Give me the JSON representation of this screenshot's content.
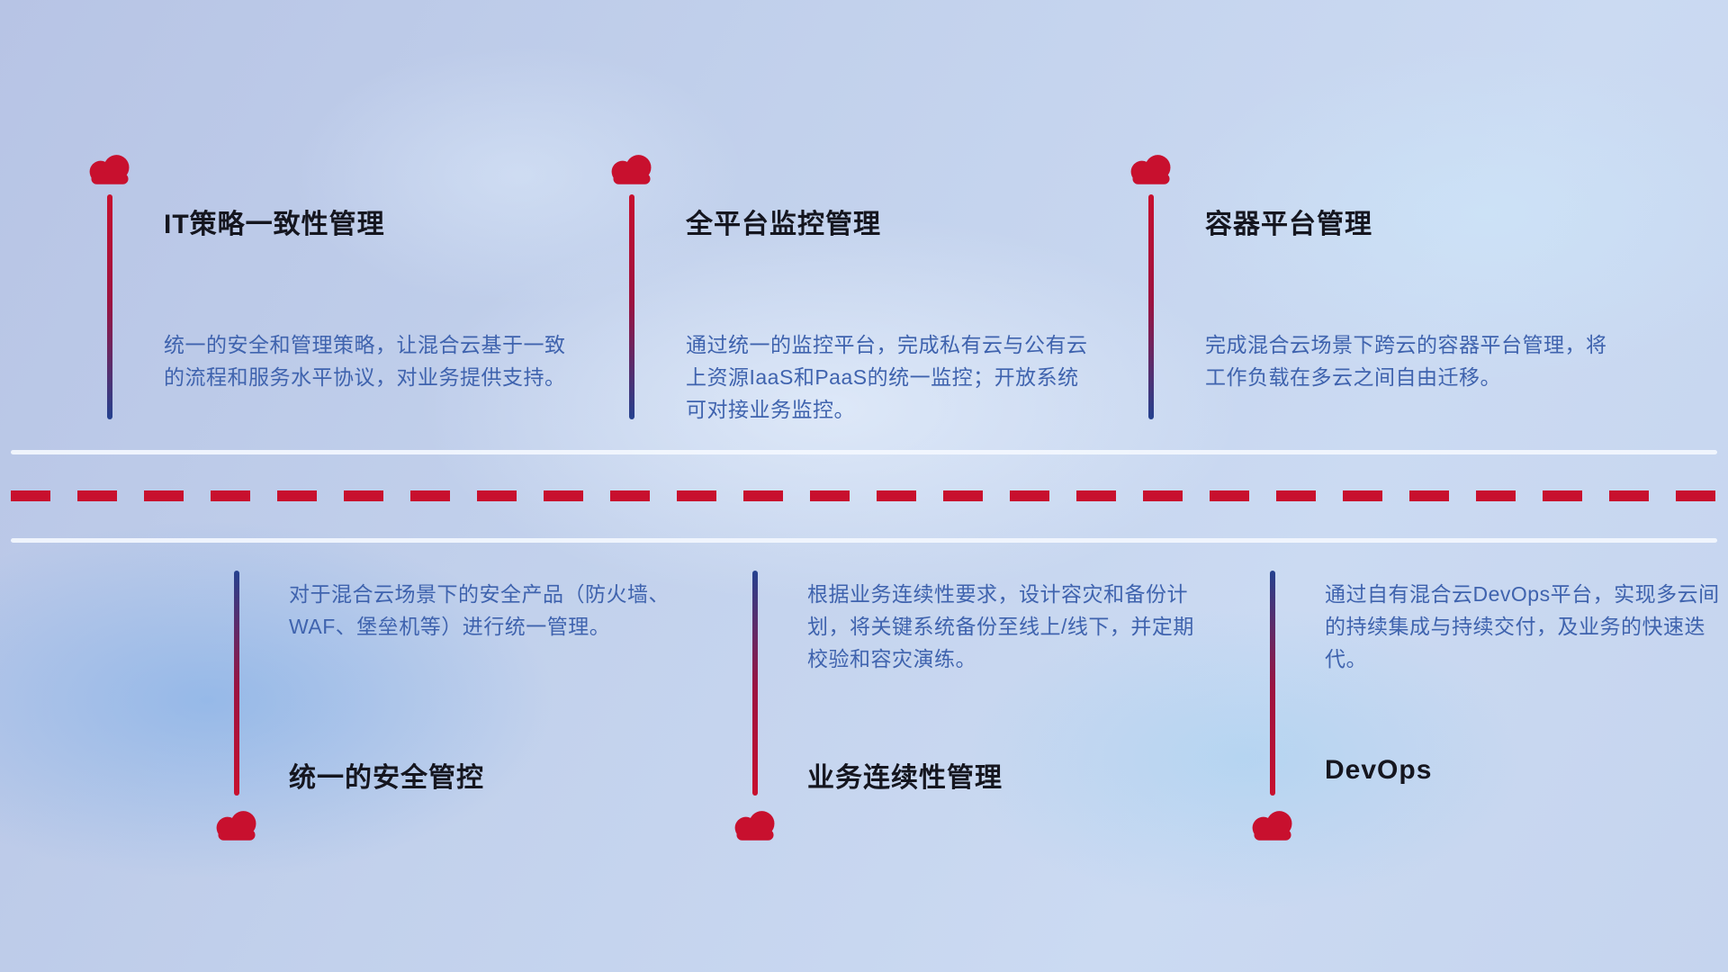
{
  "colors": {
    "accent_red": "#c8102e",
    "accent_blue": "#24418f",
    "title_text": "#15161f",
    "description_text": "#3f63ae",
    "divider_solid": "#f3f7fe"
  },
  "top_items": [
    {
      "title": "IT策略一致性管理",
      "description": "统一的安全和管理策略，让混合云基于一致的流程和服务水平协议，对业务提供支持。"
    },
    {
      "title": "全平台监控管理",
      "description": "通过统一的监控平台，完成私有云与公有云上资源IaaS和PaaS的统一监控；开放系统可对接业务监控。"
    },
    {
      "title": "容器平台管理",
      "description": "完成混合云场景下跨云的容器平台管理，将工作负载在多云之间自由迁移。"
    }
  ],
  "bottom_items": [
    {
      "title": "统一的安全管控",
      "description": "对于混合云场景下的安全产品（防火墙、WAF、堡垒机等）进行统一管理。"
    },
    {
      "title": "业务连续性管理",
      "description": "根据业务连续性要求，设计容灾和备份计划，将关键系统备份至线上/线下，并定期校验和容灾演练。"
    },
    {
      "title": "DevOps",
      "description": "通过自有混合云DevOps平台，实现多云间的持续集成与持续交付，及业务的快速迭代。"
    }
  ]
}
